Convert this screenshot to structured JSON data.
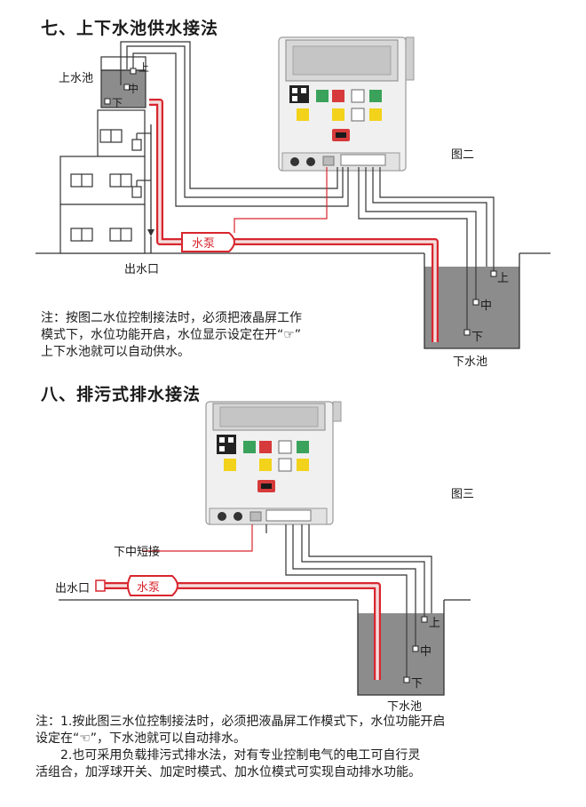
{
  "section7": {
    "title": "七、上下水池供水接法",
    "figure_label": "图二",
    "upper_tank_label": "上水池",
    "outlet_label": "出水口",
    "pump_label": "水泵",
    "lower_tank_label": "下水池",
    "levels": {
      "high": "上",
      "mid": "中",
      "low": "下"
    },
    "note_lines": [
      "注：按图二水位控制接法时，必须把液晶屏工作",
      "模式下，水位功能开启，水位显示设定在开“☞”",
      "上下水池就可以自动供水。"
    ]
  },
  "section8": {
    "title": "八、排污式排水接法",
    "figure_label": "图三",
    "short_label": "下中短接",
    "outlet_label": "出水口",
    "pump_label": "水泵",
    "lower_tank_label": "下水池",
    "levels": {
      "high": "上",
      "mid": "中",
      "low": "下"
    },
    "note_lines": [
      "注：1.按此图三水位控制接法时，必须把液晶屏工作模式下，水位功能开启",
      "设定在“☜”，下水池就可以自动排水。",
      "　　2.也可采用负载排污式排水法，对有专业控制电气的电工可自行灵",
      "活组合，加浮球开关、加定时模式、加水位模式可实现自动排水功能。"
    ]
  },
  "colors": {
    "pipe_red": "#d8262e",
    "pipe_fill": "#f2dede",
    "tank_gray": "#8c8c8c",
    "device_green": "#3aa25a",
    "device_red": "#d63a3a",
    "device_yellow": "#f2d21b"
  }
}
